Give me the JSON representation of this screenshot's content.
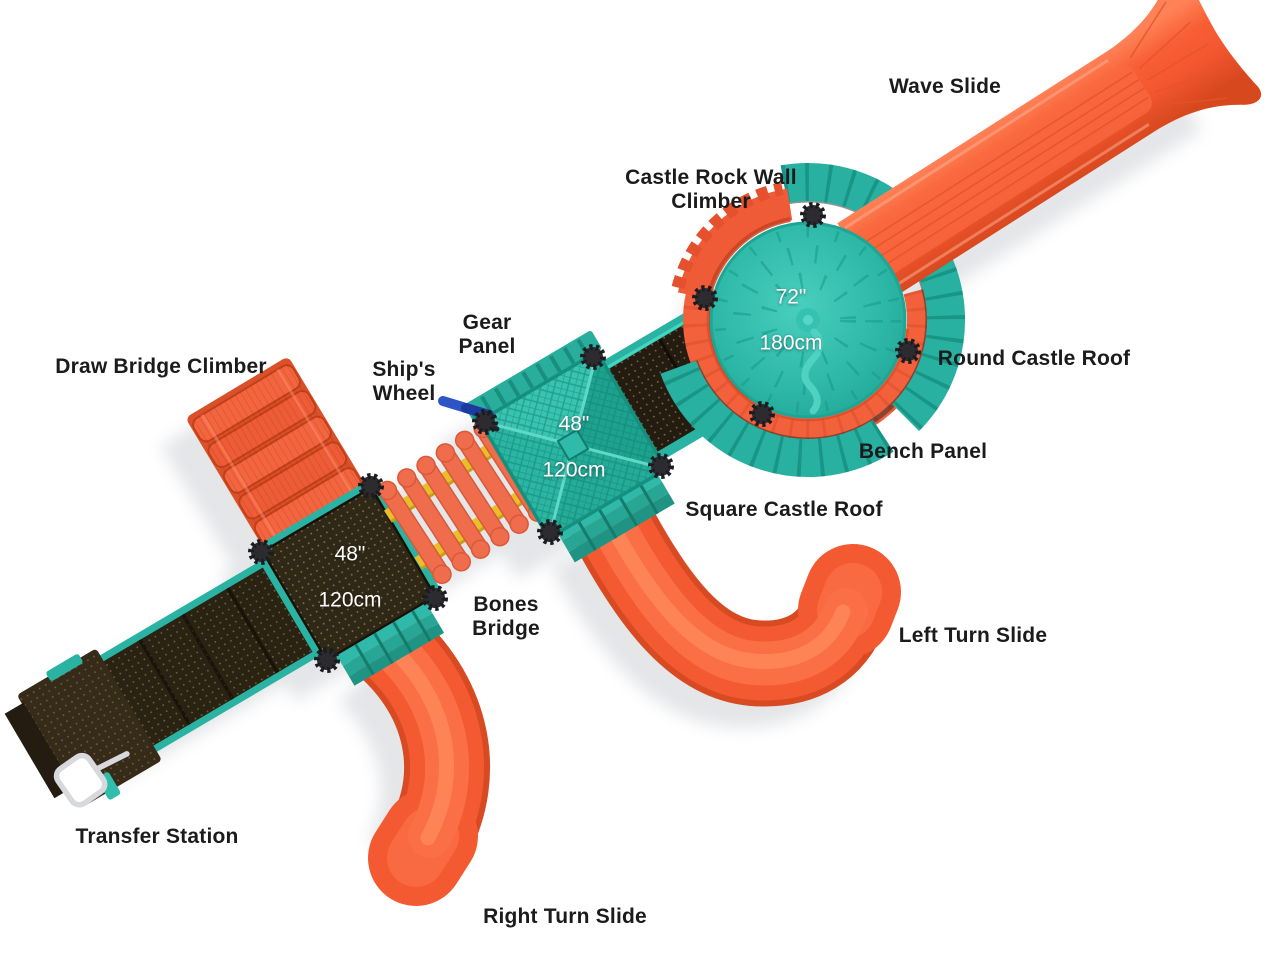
{
  "diagram": {
    "subject": "Playground structure top view"
  },
  "labels": {
    "wave_slide": "Wave Slide",
    "castle_rock_wall_climber": "Castle Rock Wall\nClimber",
    "round_castle_roof": "Round Castle Roof",
    "bench_panel": "Bench Panel",
    "gear_panel": "Gear\nPanel",
    "ships_wheel": "Ship's\nWheel",
    "draw_bridge_climber": "Draw Bridge Climber",
    "square_castle_roof": "Square Castle Roof",
    "left_turn_slide": "Left Turn Slide",
    "bones_bridge": "Bones\nBridge",
    "transfer_station": "Transfer Station",
    "right_turn_slide": "Right Turn Slide"
  },
  "measurements": {
    "round_deck": {
      "imperial": "72\"",
      "metric": "180cm"
    },
    "square_deck": {
      "imperial": "48\"",
      "metric": "120cm"
    },
    "lower_deck": {
      "imperial": "48\"",
      "metric": "120cm"
    }
  },
  "colors": {
    "label_text": "#1b1b1b",
    "measure_text": "#ffffff",
    "teal": "#2ab5a4",
    "teal_dark": "#17998a",
    "slide_orange": "#f85a31",
    "salmon_orange": "#ef6c4d",
    "rail_yellow": "#e8bf2a",
    "deck_dark": "#2f2817",
    "wheel_blue": "#2d55c6",
    "connector_black": "#2b2b30",
    "background": "#ffffff"
  }
}
